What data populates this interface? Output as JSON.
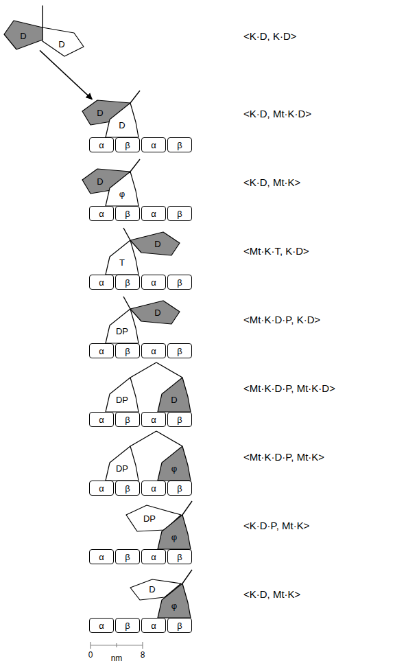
{
  "diagram": {
    "nodes": [
      {
        "text": [
          "D"
        ]
      },
      {
        "text": [
          "D"
        ]
      },
      {
        "text": [
          "D"
        ]
      },
      {
        "text": [
          "D"
        ]
      },
      {
        "text": [
          "α"
        ]
      },
      {
        "text": [
          "β"
        ]
      },
      {
        "text": [
          "α"
        ]
      },
      {
        "text": [
          "β"
        ]
      },
      {
        "text": [
          "D"
        ]
      },
      {
        "text": [
          "φ"
        ]
      },
      {
        "text": [
          "α"
        ]
      },
      {
        "text": [
          "β"
        ]
      },
      {
        "text": [
          "α"
        ]
      },
      {
        "text": [
          "β"
        ]
      },
      {
        "text": [
          "T"
        ]
      },
      {
        "text": [
          "D"
        ]
      },
      {
        "text": [
          "α"
        ]
      },
      {
        "text": [
          "β"
        ]
      },
      {
        "text": [
          "α"
        ]
      },
      {
        "text": [
          "β"
        ]
      },
      {
        "text": [
          "DP"
        ]
      },
      {
        "text": [
          "D"
        ]
      },
      {
        "text": [
          "α"
        ]
      },
      {
        "text": [
          "β"
        ]
      },
      {
        "text": [
          "α"
        ]
      },
      {
        "text": [
          "β"
        ]
      },
      {
        "text": [
          "DP"
        ]
      },
      {
        "text": [
          "D"
        ]
      },
      {
        "text": [
          "α"
        ]
      },
      {
        "text": [
          "β"
        ]
      },
      {
        "text": [
          "α"
        ]
      },
      {
        "text": [
          "β"
        ]
      },
      {
        "text": [
          "DP"
        ]
      },
      {
        "text": [
          "φ"
        ]
      },
      {
        "text": [
          "α"
        ]
      },
      {
        "text": [
          "β"
        ]
      },
      {
        "text": [
          "α"
        ]
      },
      {
        "text": [
          "β"
        ]
      },
      {
        "text": [
          "DP"
        ]
      },
      {
        "text": [
          "φ"
        ]
      },
      {
        "text": [
          "α"
        ]
      },
      {
        "text": [
          "β"
        ]
      },
      {
        "text": [
          "α"
        ]
      },
      {
        "text": [
          "β"
        ]
      },
      {
        "text": [
          "D"
        ]
      },
      {
        "text": [
          "φ"
        ]
      },
      {
        "text": [
          "α"
        ]
      },
      {
        "text": [
          "β"
        ]
      },
      {
        "text": [
          "α"
        ]
      },
      {
        "text": [
          "β"
        ]
      }
    ],
    "edges": [
      {
        "from": 0,
        "to": 2,
        "arrow": "to"
      }
    ],
    "labels": [
      "<K·D, K·D>",
      "<K·D, Mt·K·D>",
      "<K·D, Mt·K>",
      "<Mt·K·T, K·D>",
      "<Mt·K·D·P, K·D>",
      "<Mt·K·D·P, Mt·K·D>",
      "<Mt·K·D·P, Mt·K>",
      "<K·D·P, Mt·K>",
      "<K·D, Mt·K>",
      "0",
      "nm",
      "8"
    ]
  }
}
